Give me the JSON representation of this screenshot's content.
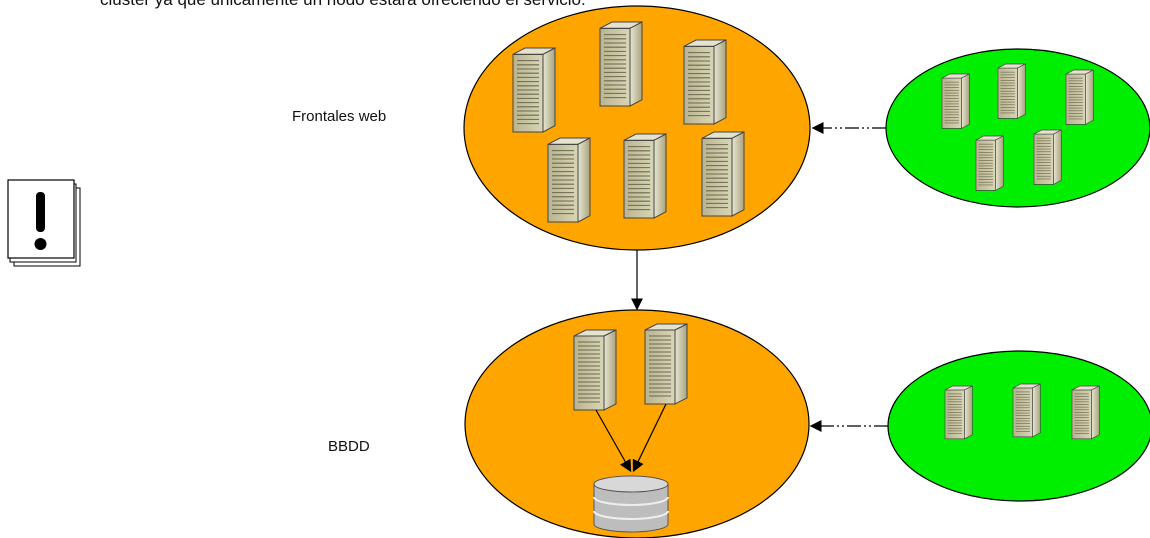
{
  "header": {
    "text": "cluster ya que únicamente un nodo estará ofreciendo el servicio."
  },
  "labels": {
    "web_frontends": "Frontales web",
    "database": "BBDD"
  },
  "icons": {
    "note": "exclamation-note-icon",
    "server": "server-tower-icon",
    "database": "database-cylinder-icon"
  },
  "colors": {
    "active_cluster": "#ffa500",
    "standby_cluster": "#00ee00",
    "server_body": "#c8c4a0",
    "database": "#c0c0c0"
  }
}
